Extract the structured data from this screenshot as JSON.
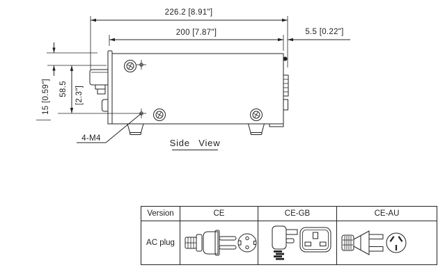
{
  "drawing": {
    "dim_total_depth": "226.2 [8.91\"]",
    "dim_case_depth": "200 [7.87\"]",
    "dim_rear_protrusion": "5.5 [0.22\"]",
    "dim_top_hole_offset": "15 [0.59\"]",
    "dim_hole_spacing_mm": "58.5",
    "dim_hole_spacing_in": "[2.3\"]",
    "hole_note": "4-M4",
    "caption": "Side View"
  },
  "table": {
    "version_header": "Version",
    "row_label": "AC plug",
    "columns": [
      {
        "label": "CE",
        "icon": "iec-cord-europlug-schuko-icon"
      },
      {
        "label": "CE-GB",
        "icon": "uk-bs1363-plug-icon"
      },
      {
        "label": "CE-AU",
        "icon": "au-type-i-plug-icon"
      }
    ]
  },
  "colors": {
    "line": "#222222",
    "background": "#ffffff"
  }
}
